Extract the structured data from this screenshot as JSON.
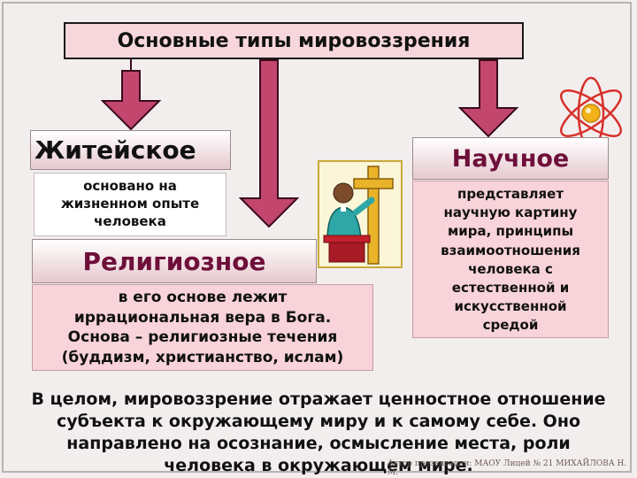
{
  "title": "Основные типы мировоззрения",
  "types": {
    "everyday": {
      "label": "Житейское",
      "description": [
        "основано на",
        "жизненном опыте",
        "человека"
      ]
    },
    "religious": {
      "label": "Религиозное",
      "description": [
        "в его основе лежит",
        "иррациональная вера в Бога.",
        "Основа – религиозные течения",
        "(буддизм, христианство, ислам)"
      ]
    },
    "scientific": {
      "label": "Научное",
      "description": [
        "представляет",
        "научную картину",
        "мира, принципы",
        "взаимоотношения",
        "человека с",
        "естественной и",
        "искусственной",
        "средой"
      ]
    }
  },
  "summary": [
    "В целом, мировоззрение отражает ценностное отношение",
    "субъекта к окружающему миру и к самому себе. Оно",
    "направлено на осознание, осмысление места, роли",
    "человека в окружающем мире."
  ],
  "footer": "Автор презентации: МАОУ Лицей № 21 МИХАЙЛОВА Н. М.",
  "colors": {
    "arrow_fill": "#c2466d",
    "arrow_stroke": "#3a0b1b",
    "label_text": "#6e0f3a",
    "pink_box": "#f8d3da",
    "atom_orbit": "#d8302b",
    "atom_nucleus": "#f1b21a"
  },
  "icons": [
    "atom-icon",
    "preacher-cross-icon"
  ]
}
